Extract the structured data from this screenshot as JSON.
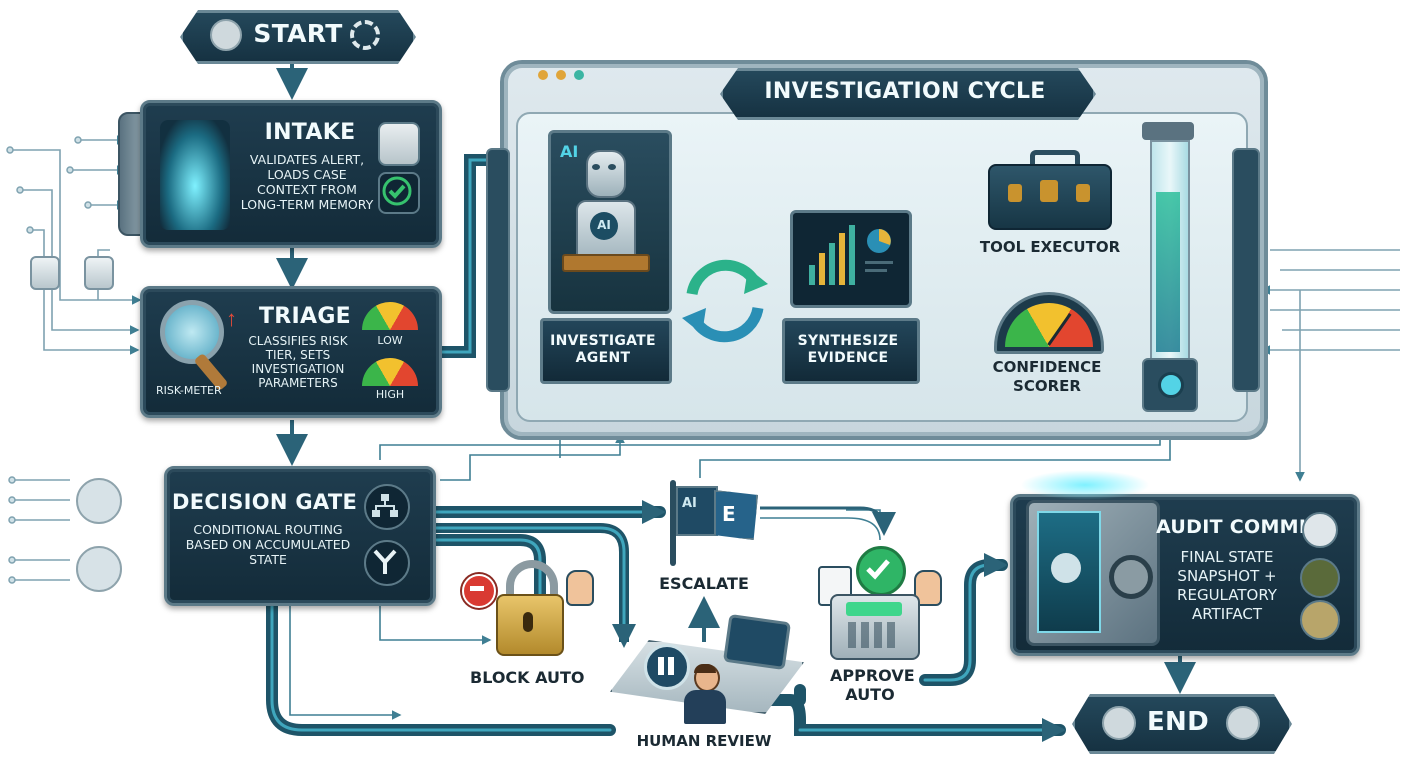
{
  "start": {
    "label": "START"
  },
  "end": {
    "label": "END"
  },
  "intake": {
    "title": "INTAKE",
    "description": "VALIDATES ALERT, LOADS CASE CONTEXT FROM LONG-TERM MEMORY"
  },
  "triage": {
    "title": "TRIAGE",
    "description": "CLASSIFIES RISK TIER, SETS INVESTIGATION PARAMETERS",
    "meter_label": "RISK-METER",
    "low_label": "LOW",
    "high_label": "HIGH"
  },
  "investigation_cycle": {
    "title": "INVESTIGATION CYCLE",
    "agent": {
      "label": "INVESTIGATE AGENT",
      "screen_badge": "AI",
      "chest_badge": "AI"
    },
    "synthesize": {
      "label": "SYNTHESIZE EVIDENCE"
    },
    "tool": {
      "label": "TOOL EXECUTOR"
    },
    "confidence": {
      "label": "CONFIDENCE SCORER"
    }
  },
  "decision_gate": {
    "title": "DECISION GATE",
    "description": "CONDITIONAL ROUTING BASED ON ACCUMULATED STATE"
  },
  "escalate": {
    "label": "ESCALATE",
    "flag_ai": "AI",
    "flag_e": "E"
  },
  "block_auto": {
    "label": "BLOCK AUTO"
  },
  "approve_auto": {
    "label": "APPROVE AUTO"
  },
  "human_review": {
    "label": "HUMAN REVIEW"
  },
  "audit_commit": {
    "title": "AUDIT COMMIT",
    "description": "FINAL STATE SNAPSHOT + REGULATORY ARTIFACT"
  },
  "colors": {
    "panel_dark": "#163242",
    "pipe": "#2e6b80",
    "accent_green": "#2fb566",
    "accent_cyan": "#53d3e6"
  }
}
